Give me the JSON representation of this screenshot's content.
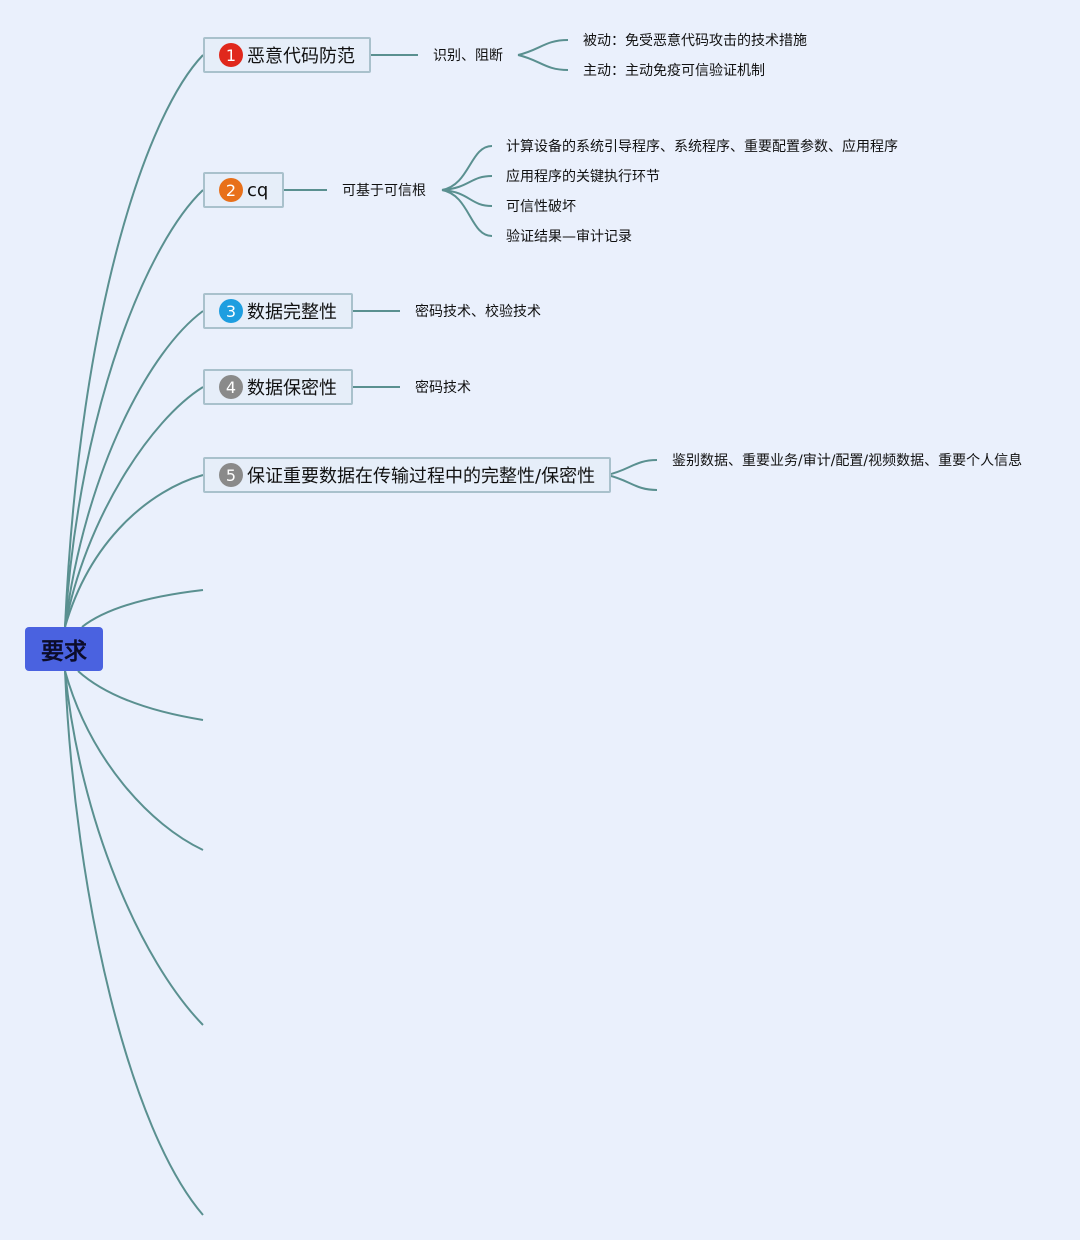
{
  "root": {
    "label": "要求"
  },
  "topics": [
    {
      "index": "1",
      "label": "恶意代码防范",
      "badge_color": "#e0281c"
    },
    {
      "index": "2",
      "label": "cq",
      "badge_color": "#e8701a"
    },
    {
      "index": "3",
      "label": "数据完整性",
      "badge_color": "#1e9ee0"
    },
    {
      "index": "4",
      "label": "数据保密性",
      "badge_color": "#8a8a8a"
    },
    {
      "index": "5",
      "label": "保证重要数据在传输过程中的完整性/保密性",
      "badge_color": "#8a8a8a"
    }
  ],
  "subtopics": [
    "识别、阻断",
    "可基于可信根",
    "密码技术、校验技术",
    "密码技术"
  ],
  "leaves": {
    "t1": [
      "被动：免受恶意代码攻击的技术措施",
      "主动：主动免疫可信验证机制"
    ],
    "t2": [
      "计算设备的系统引导程序、系统程序、重要配置参数、应用程序",
      "应用程序的关键执行环节",
      "可信性破坏",
      "验证结果—审计记录"
    ],
    "t5": [
      "鉴别数据、重要业务/审计/配置/视频数据、重要个人信息"
    ]
  },
  "colors": {
    "background": "#eaf0fc",
    "root_fill": "#4a62e0",
    "connector": "#5a9090",
    "topic_border": "#a9c1cc"
  }
}
